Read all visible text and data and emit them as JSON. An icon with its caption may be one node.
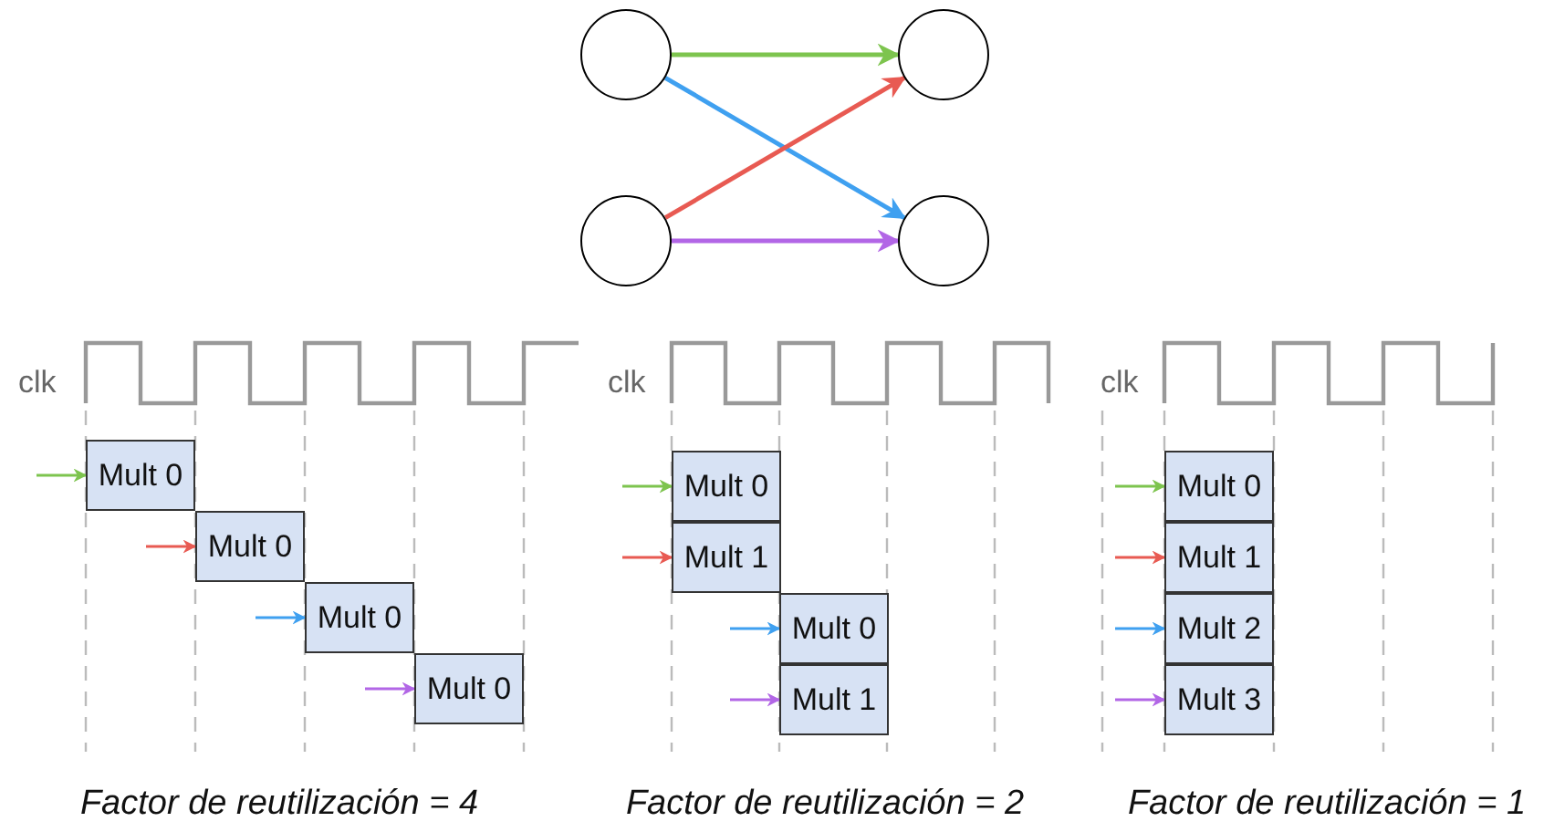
{
  "diagram": {
    "nodes": [
      {
        "text": [],
        "shape": "circle"
      },
      {
        "text": [],
        "shape": "circle"
      },
      {
        "text": [],
        "shape": "circle"
      },
      {
        "text": [],
        "shape": "circle"
      },
      {
        "text": [
          "Mult 0"
        ]
      },
      {
        "text": [
          "Mult 0"
        ]
      },
      {
        "text": [
          "Mult 0"
        ]
      },
      {
        "text": [
          "Mult 0"
        ]
      },
      {
        "text": [
          "Mult 0"
        ]
      },
      {
        "text": [
          "Mult 1"
        ]
      },
      {
        "text": [
          "Mult 0"
        ]
      },
      {
        "text": [
          "Mult 1"
        ]
      },
      {
        "text": [
          "Mult 0"
        ]
      },
      {
        "text": [
          "Mult 1"
        ]
      },
      {
        "text": [
          "Mult 2"
        ]
      },
      {
        "text": [
          "Mult 3"
        ]
      }
    ],
    "edges": [
      {
        "from": 0,
        "to": 1,
        "arrow": "to",
        "color": "#7dc44e"
      },
      {
        "from": 0,
        "to": 3,
        "arrow": "to",
        "color": "#3fa0f0"
      },
      {
        "from": 2,
        "to": 1,
        "arrow": "to",
        "color": "#e85a52"
      },
      {
        "from": 2,
        "to": 3,
        "arrow": "to",
        "color": "#b266e6"
      },
      {
        "from": null,
        "to": 4,
        "arrow": "to",
        "color": "#7dc44e"
      },
      {
        "from": null,
        "to": 5,
        "arrow": "to",
        "color": "#e85a52"
      },
      {
        "from": null,
        "to": 6,
        "arrow": "to",
        "color": "#3fa0f0"
      },
      {
        "from": null,
        "to": 7,
        "arrow": "to",
        "color": "#b266e6"
      },
      {
        "from": null,
        "to": 8,
        "arrow": "to",
        "color": "#7dc44e"
      },
      {
        "from": null,
        "to": 9,
        "arrow": "to",
        "color": "#e85a52"
      },
      {
        "from": null,
        "to": 10,
        "arrow": "to",
        "color": "#3fa0f0"
      },
      {
        "from": null,
        "to": 11,
        "arrow": "to",
        "color": "#b266e6"
      },
      {
        "from": null,
        "to": 12,
        "arrow": "to",
        "color": "#7dc44e"
      },
      {
        "from": null,
        "to": 13,
        "arrow": "to",
        "color": "#e85a52"
      },
      {
        "from": null,
        "to": 14,
        "arrow": "to",
        "color": "#3fa0f0"
      },
      {
        "from": null,
        "to": 15,
        "arrow": "to",
        "color": "#b266e6"
      }
    ],
    "labels": [
      "clk",
      "clk",
      "clk",
      "Factor de reutilización = 4",
      "Factor de reutilización = 2",
      "Factor de reutilización = 1"
    ]
  }
}
